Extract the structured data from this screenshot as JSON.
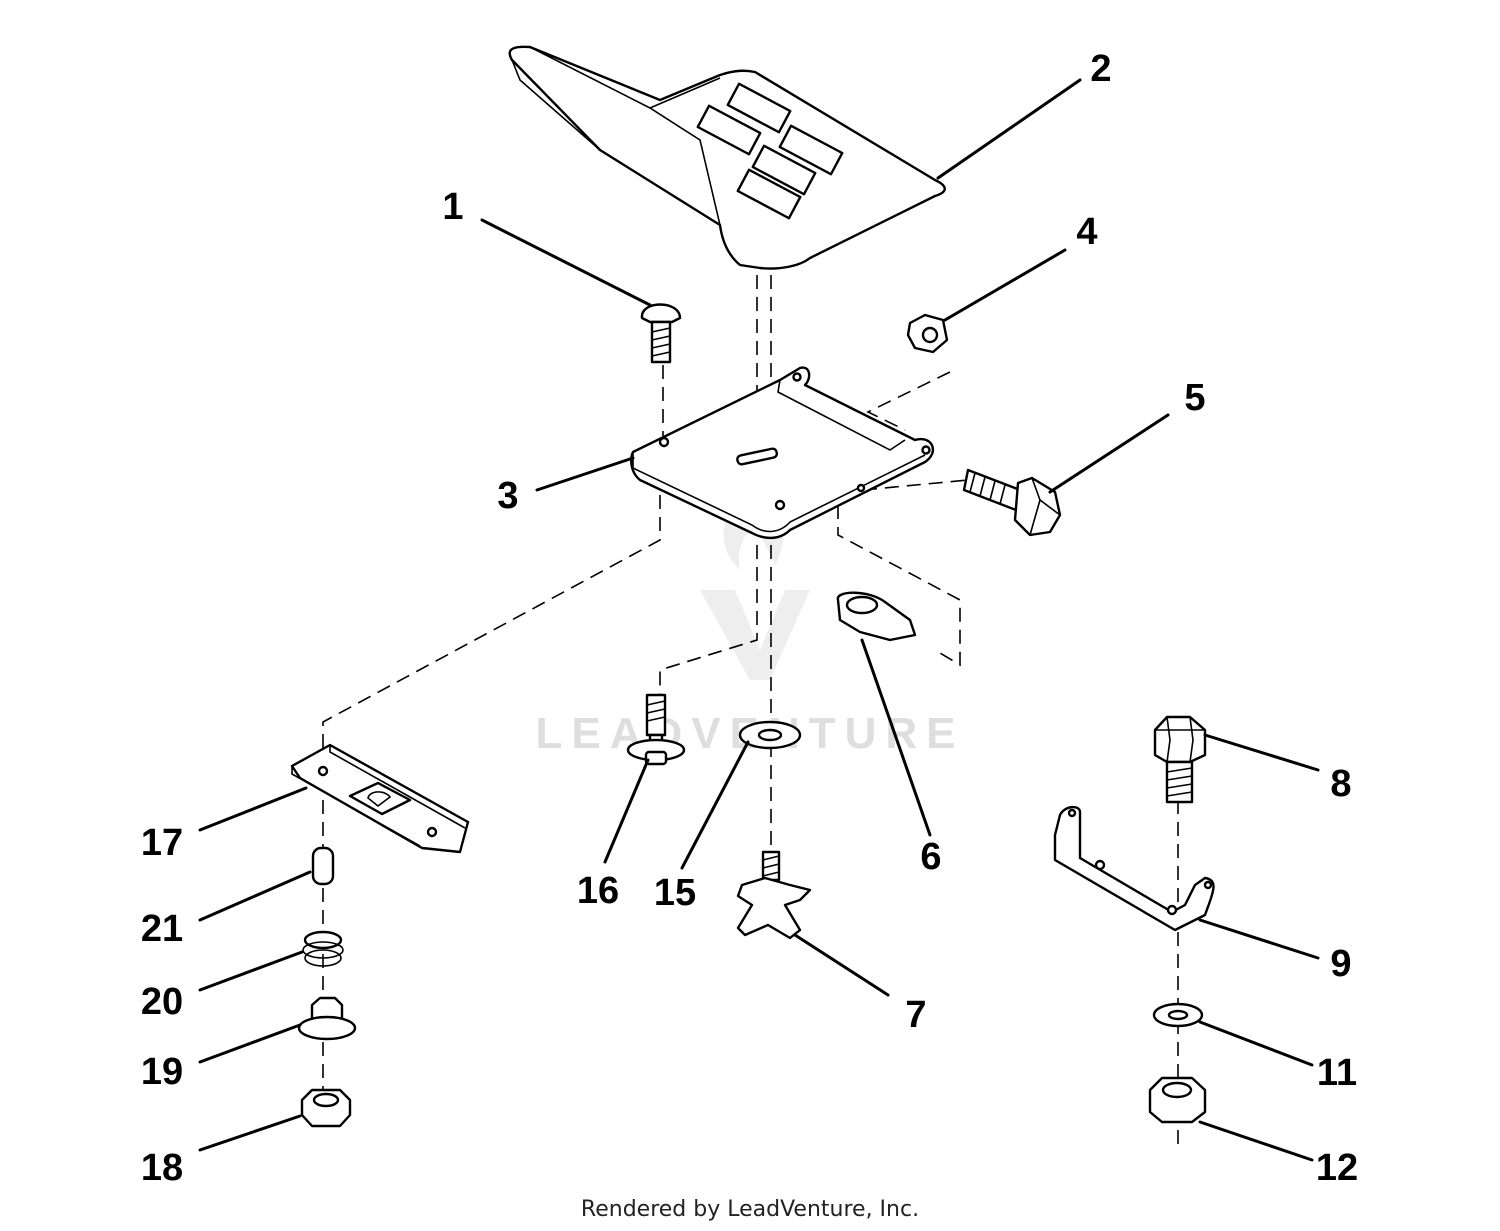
{
  "diagram": {
    "part_labels": [
      "1",
      "2",
      "3",
      "4",
      "5",
      "6",
      "7",
      "8",
      "9",
      "11",
      "12",
      "15",
      "16",
      "17",
      "18",
      "19",
      "20",
      "21"
    ],
    "watermark": "LEADVENTURE",
    "footer": "Rendered by LeadVenture, Inc.",
    "colors": {
      "line": "#000000",
      "background": "#ffffff",
      "watermark": "#d9d9d9"
    }
  }
}
